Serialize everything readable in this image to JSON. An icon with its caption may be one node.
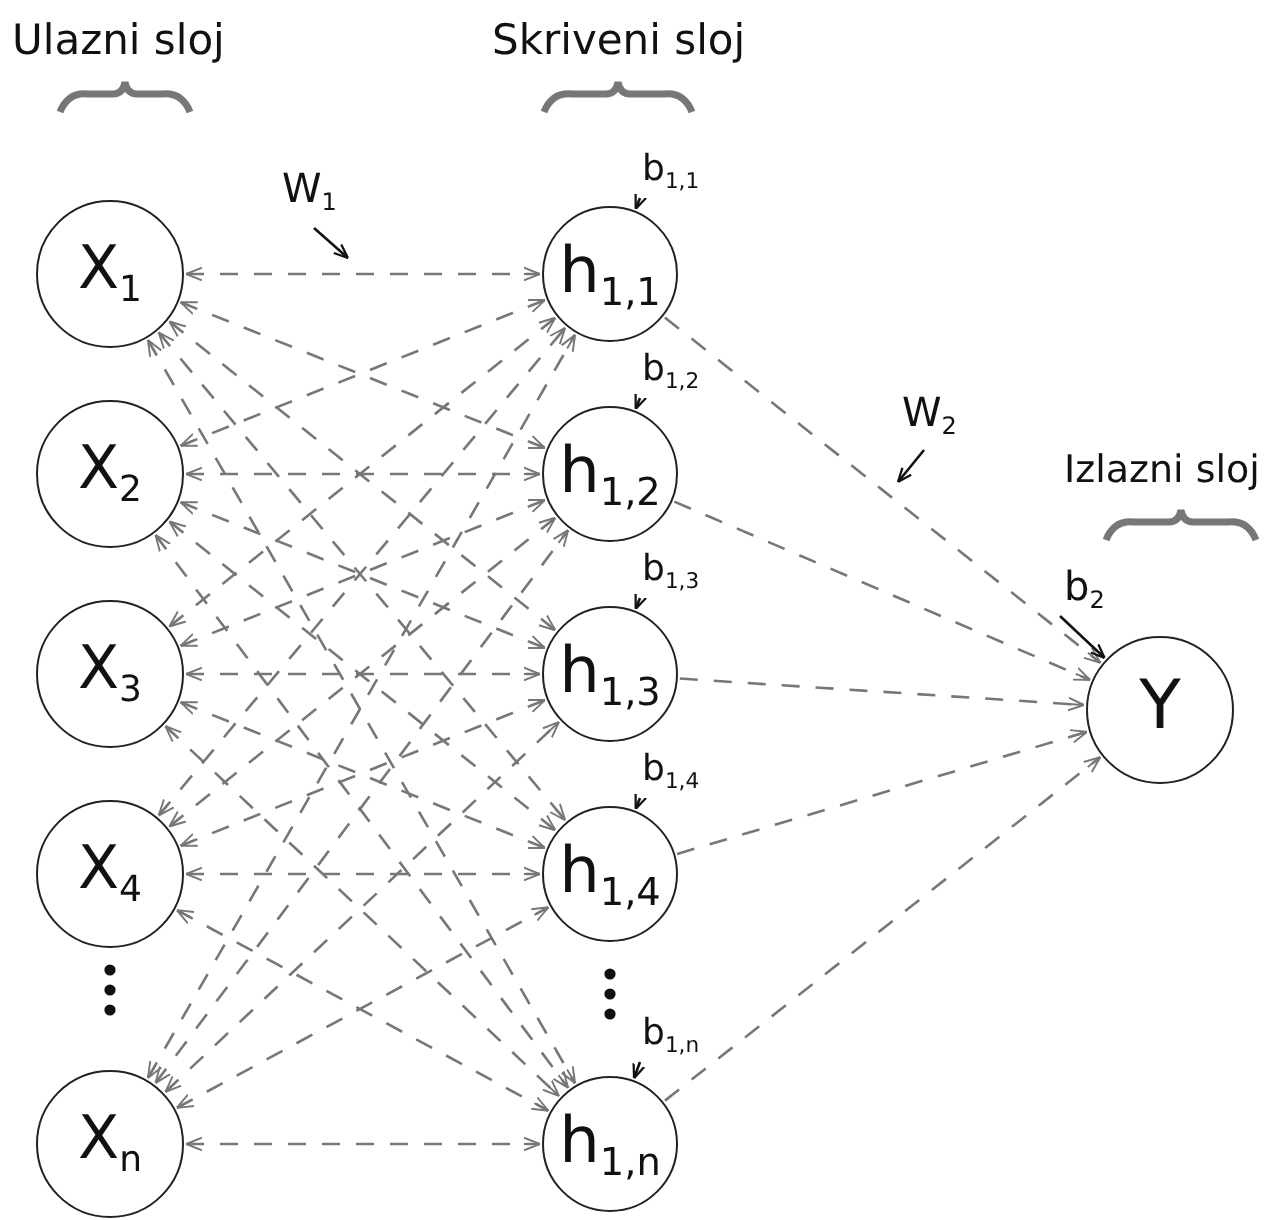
{
  "diagram": {
    "nodes": [
      {
        "text": [
          "X$_{1}$"
        ]
      },
      {
        "text": [
          "X$_{2}$"
        ]
      },
      {
        "text": [
          "X$_{3}$"
        ]
      },
      {
        "text": [
          "X$_{4}$"
        ]
      },
      {
        "text": [
          "X$_{n}$"
        ]
      },
      {
        "text": [
          "h$_{1,1}$"
        ]
      },
      {
        "text": [
          "h$_{1,2}$"
        ]
      },
      {
        "text": [
          "h$_{1,3}$"
        ]
      },
      {
        "text": [
          "h$_{1,4}$"
        ]
      },
      {
        "text": [
          "h$_{1,n}$"
        ]
      },
      {
        "text": [
          "Y"
        ]
      },
      {
        "text": [
          "b$_{1,1}$"
        ]
      },
      {
        "text": [
          "b$_{1,2}$"
        ]
      },
      {
        "text": [
          "b$_{1,3}$"
        ]
      },
      {
        "text": [
          "b$_{1,4}$"
        ]
      },
      {
        "text": [
          "b$_{1,n}$"
        ]
      },
      {
        "text": [
          "b$_{2}$"
        ]
      },
      {
        "text": [
          "W$_{1}$"
        ]
      },
      {
        "text": [
          "W$_{2}$"
        ]
      }
    ],
    "edges": [
      {
        "from": 0,
        "to": 5,
        "arrow": "both",
        "style": "dashed"
      },
      {
        "from": 0,
        "to": 6,
        "arrow": "both",
        "style": "dashed"
      },
      {
        "from": 0,
        "to": 7,
        "arrow": "both",
        "style": "dashed"
      },
      {
        "from": 0,
        "to": 8,
        "arrow": "both",
        "style": "dashed"
      },
      {
        "from": 0,
        "to": 9,
        "arrow": "both",
        "style": "dashed"
      },
      {
        "from": 1,
        "to": 5,
        "arrow": "both",
        "style": "dashed"
      },
      {
        "from": 1,
        "to": 6,
        "arrow": "both",
        "style": "dashed"
      },
      {
        "from": 1,
        "to": 7,
        "arrow": "both",
        "style": "dashed"
      },
      {
        "from": 1,
        "to": 8,
        "arrow": "both",
        "style": "dashed"
      },
      {
        "from": 1,
        "to": 9,
        "arrow": "both",
        "style": "dashed"
      },
      {
        "from": 2,
        "to": 5,
        "arrow": "both",
        "style": "dashed"
      },
      {
        "from": 2,
        "to": 6,
        "arrow": "both",
        "style": "dashed"
      },
      {
        "from": 2,
        "to": 7,
        "arrow": "both",
        "style": "dashed"
      },
      {
        "from": 2,
        "to": 8,
        "arrow": "both",
        "style": "dashed"
      },
      {
        "from": 2,
        "to": 9,
        "arrow": "both",
        "style": "dashed"
      },
      {
        "from": 3,
        "to": 5,
        "arrow": "both",
        "style": "dashed"
      },
      {
        "from": 3,
        "to": 6,
        "arrow": "both",
        "style": "dashed"
      },
      {
        "from": 3,
        "to": 7,
        "arrow": "both",
        "style": "dashed"
      },
      {
        "from": 3,
        "to": 8,
        "arrow": "both",
        "style": "dashed"
      },
      {
        "from": 3,
        "to": 9,
        "arrow": "both",
        "style": "dashed"
      },
      {
        "from": 4,
        "to": 5,
        "arrow": "both",
        "style": "dashed"
      },
      {
        "from": 4,
        "to": 6,
        "arrow": "both",
        "style": "dashed"
      },
      {
        "from": 4,
        "to": 7,
        "arrow": "both",
        "style": "dashed"
      },
      {
        "from": 4,
        "to": 8,
        "arrow": "both",
        "style": "dashed"
      },
      {
        "from": 4,
        "to": 9,
        "arrow": "both",
        "style": "dashed"
      },
      {
        "from": 5,
        "to": 10,
        "arrow": "to",
        "style": "dashed"
      },
      {
        "from": 6,
        "to": 10,
        "arrow": "to",
        "style": "dashed"
      },
      {
        "from": 7,
        "to": 10,
        "arrow": "to",
        "style": "dashed"
      },
      {
        "from": 8,
        "to": 10,
        "arrow": "to",
        "style": "dashed"
      },
      {
        "from": 9,
        "to": 10,
        "arrow": "to",
        "style": "dashed"
      },
      {
        "from": 11,
        "to": 5,
        "arrow": "to",
        "color": "#111111"
      },
      {
        "from": 12,
        "to": 6,
        "arrow": "to",
        "color": "#111111"
      },
      {
        "from": 13,
        "to": 7,
        "arrow": "to",
        "color": "#111111"
      },
      {
        "from": 14,
        "to": 8,
        "arrow": "to",
        "color": "#111111"
      },
      {
        "from": 15,
        "to": 9,
        "arrow": "to",
        "color": "#111111"
      },
      {
        "from": 16,
        "to": 10,
        "arrow": "to",
        "color": "#111111"
      },
      {
        "from": 17,
        "to": null,
        "arrow": "to",
        "color": "#111111"
      },
      {
        "from": 18,
        "to": null,
        "arrow": "to",
        "color": "#111111"
      }
    ],
    "labels": [
      "Ulazni sloj",
      "Skriveni sloj",
      "Izlazni sloj"
    ]
  }
}
